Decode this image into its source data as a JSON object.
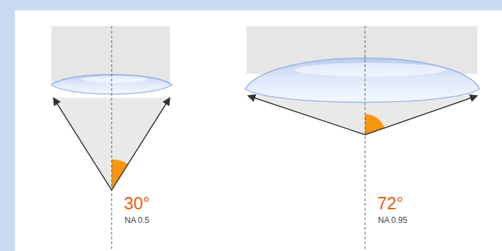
{
  "diagram": {
    "labels": [
      "30°",
      "NA 0.5",
      "72°",
      "NA 0.95"
    ]
  }
}
